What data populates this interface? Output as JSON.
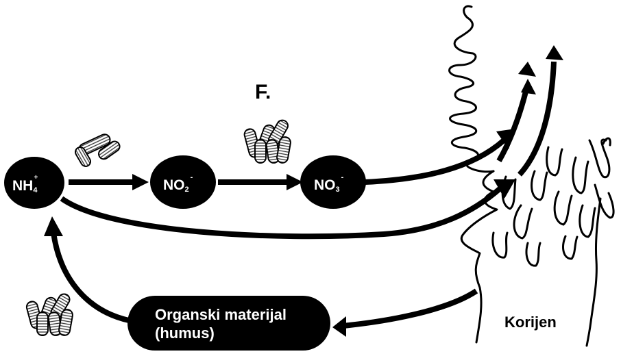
{
  "figure_label": "F.",
  "nodes": {
    "ammonium": {
      "base": "NH",
      "sub": "4",
      "sup": "+"
    },
    "nitrite": {
      "base": "NO",
      "sub": "2",
      "sup": "-"
    },
    "nitrate": {
      "base": "NO",
      "sub": "3",
      "sup": "-"
    }
  },
  "organic_matter": {
    "line1": "Organski materijal",
    "line2": "(humus)"
  },
  "root_label": "Korijen",
  "icons": {
    "bacteria_rods": "nitrifying-bacteria-icon",
    "bacteria_cluster": "bacteria-cluster-icon"
  },
  "colors": {
    "fill": "#000000",
    "text_on_fill": "#ffffff",
    "background": "#ffffff"
  }
}
